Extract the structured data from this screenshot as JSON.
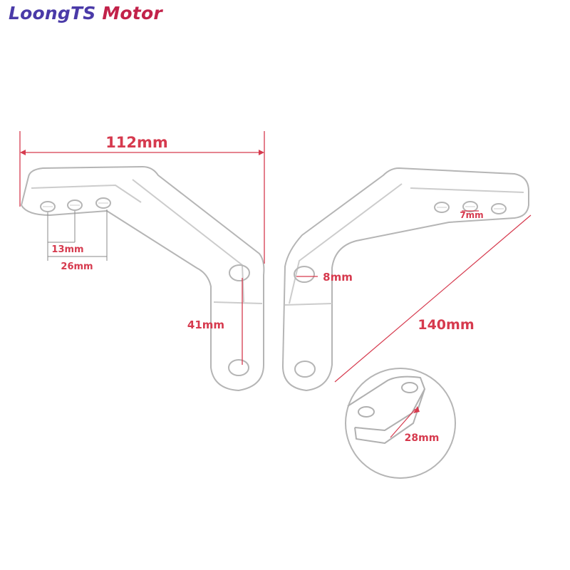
{
  "brand": {
    "part1": "LoongTS",
    "part2": " Motor",
    "colors": {
      "part1": "#4a3aa8",
      "part2": "#c2224a"
    }
  },
  "dimensions": {
    "width": "112mm",
    "hole_13": "13mm",
    "hole_26": "26mm",
    "hole_7": "7mm",
    "hole_8": "8mm",
    "height_41": "41mm",
    "diagonal_140": "140mm",
    "thickness_28": "28mm"
  },
  "colors": {
    "dimension": "#d63a4e",
    "outline": "#b5b5b5"
  }
}
